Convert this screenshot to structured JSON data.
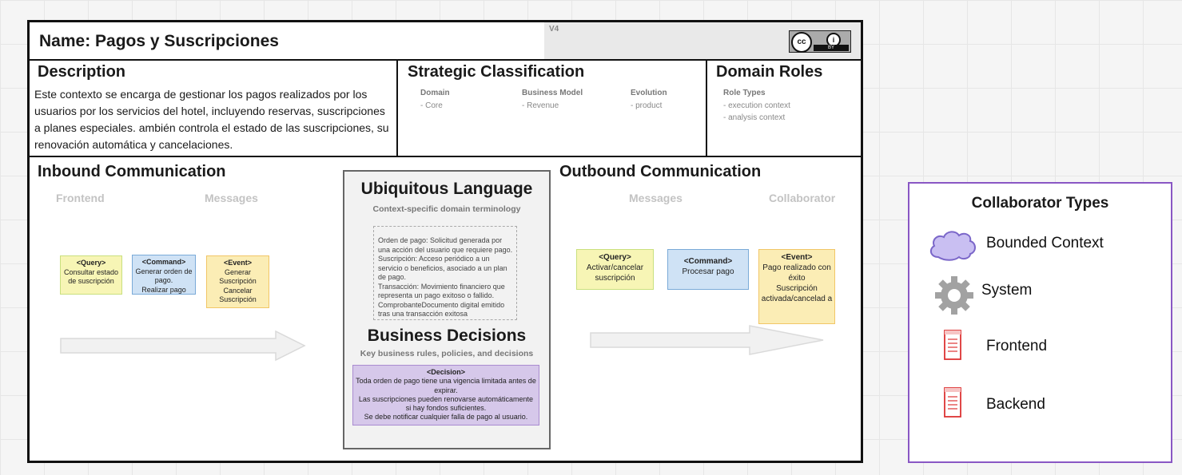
{
  "header": {
    "name": "Name: Pagos y Suscripciones",
    "version": "V4"
  },
  "license": {
    "cc": "cc",
    "info": "i",
    "by": "BY"
  },
  "description": {
    "title": "Description",
    "text": "Este contexto se encarga de gestionar los pagos realizados por los usuarios por los servicios del hotel, incluyendo reservas, suscripciones a planes especiales. ambién controla el estado de las suscripciones, su renovación automática y cancelaciones."
  },
  "strategic": {
    "title": "Strategic Classification",
    "domain_label": "Domain",
    "domain_value": "- Core",
    "business_label": "Business Model",
    "business_value": "- Revenue",
    "evolution_label": "Evolution",
    "evolution_value": "- product"
  },
  "domain_roles": {
    "title": "Domain Roles",
    "label": "Role Types",
    "items": [
      "- execution context",
      "- analysis context"
    ]
  },
  "inbound": {
    "title": "Inbound Communication",
    "col_frontend": "Frontend",
    "col_messages": "Messages",
    "query": {
      "tag": "<Query>",
      "text": "Consultar estado de suscripción"
    },
    "command": {
      "tag": "<Command>",
      "text": "Generar orden de pago.\nRealizar pago"
    },
    "event": {
      "tag": "<Event>",
      "text": "Generar Suscripción\nCancelar Suscripción"
    }
  },
  "ubiquitous": {
    "title": "Ubiquitous Language",
    "subtitle": "Context-specific domain terminology",
    "text": "Orden de pago: Solicitud generada por una acción del usuario que requiere pago.\nSuscripción: Acceso periódico a un servicio o beneficios, asociado a un plan de pago.\nTransacción: Movimiento financiero que representa un pago exitoso o fallido.\nComprobanteDocumento digital emitido tras una transacción exitosa"
  },
  "business_decisions": {
    "title": "Business Decisions",
    "subtitle": "Key business rules, policies, and decisions",
    "tag": "<Decision>",
    "text": "Toda orden de pago tiene una vigencia limitada antes de expirar.\nLas suscripciones pueden renovarse automáticamente si hay fondos suficientes.\nSe debe notificar cualquier falla de pago al usuario."
  },
  "outbound": {
    "title": "Outbound Communication",
    "col_messages": "Messages",
    "col_collaborator": "Collaborator",
    "query": {
      "tag": "<Query>",
      "text": "Activar/cancelar suscripción"
    },
    "command": {
      "tag": "<Command>",
      "text": "Procesar pago"
    },
    "event": {
      "tag": "<Event>",
      "text": "Pago realizado con éxito\nSuscripción activada/cancelad a"
    }
  },
  "legend": {
    "title": "Collaborator Types",
    "items": [
      {
        "label": "Bounded Context",
        "icon": "cloud-icon"
      },
      {
        "label": "System",
        "icon": "gear-icon"
      },
      {
        "label": "Frontend",
        "icon": "document-icon"
      },
      {
        "label": "Backend",
        "icon": "document-icon"
      }
    ]
  },
  "colors": {
    "query": "#f7f5b5",
    "command": "#cfe2f5",
    "event": "#fbedb5",
    "decision": "#d6c8ea",
    "legend_border": "#8957c4"
  }
}
